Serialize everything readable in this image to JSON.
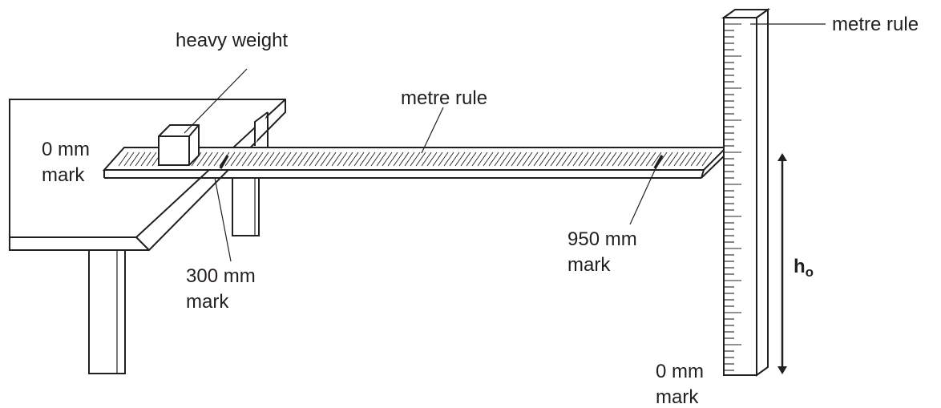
{
  "labels": {
    "heavy_weight": "heavy weight",
    "metre_rule_horizontal": "metre rule",
    "metre_rule_vertical": "metre rule",
    "zero_mark_horizontal_line1": "0 mm",
    "zero_mark_horizontal_line2": "mark",
    "mark_300_line1": "300 mm",
    "mark_300_line2": "mark",
    "mark_950_line1": "950 mm",
    "mark_950_line2": "mark",
    "zero_mark_vertical_line1": "0 mm",
    "zero_mark_vertical_line2": "mark",
    "height": "h",
    "height_subscript": "o"
  }
}
